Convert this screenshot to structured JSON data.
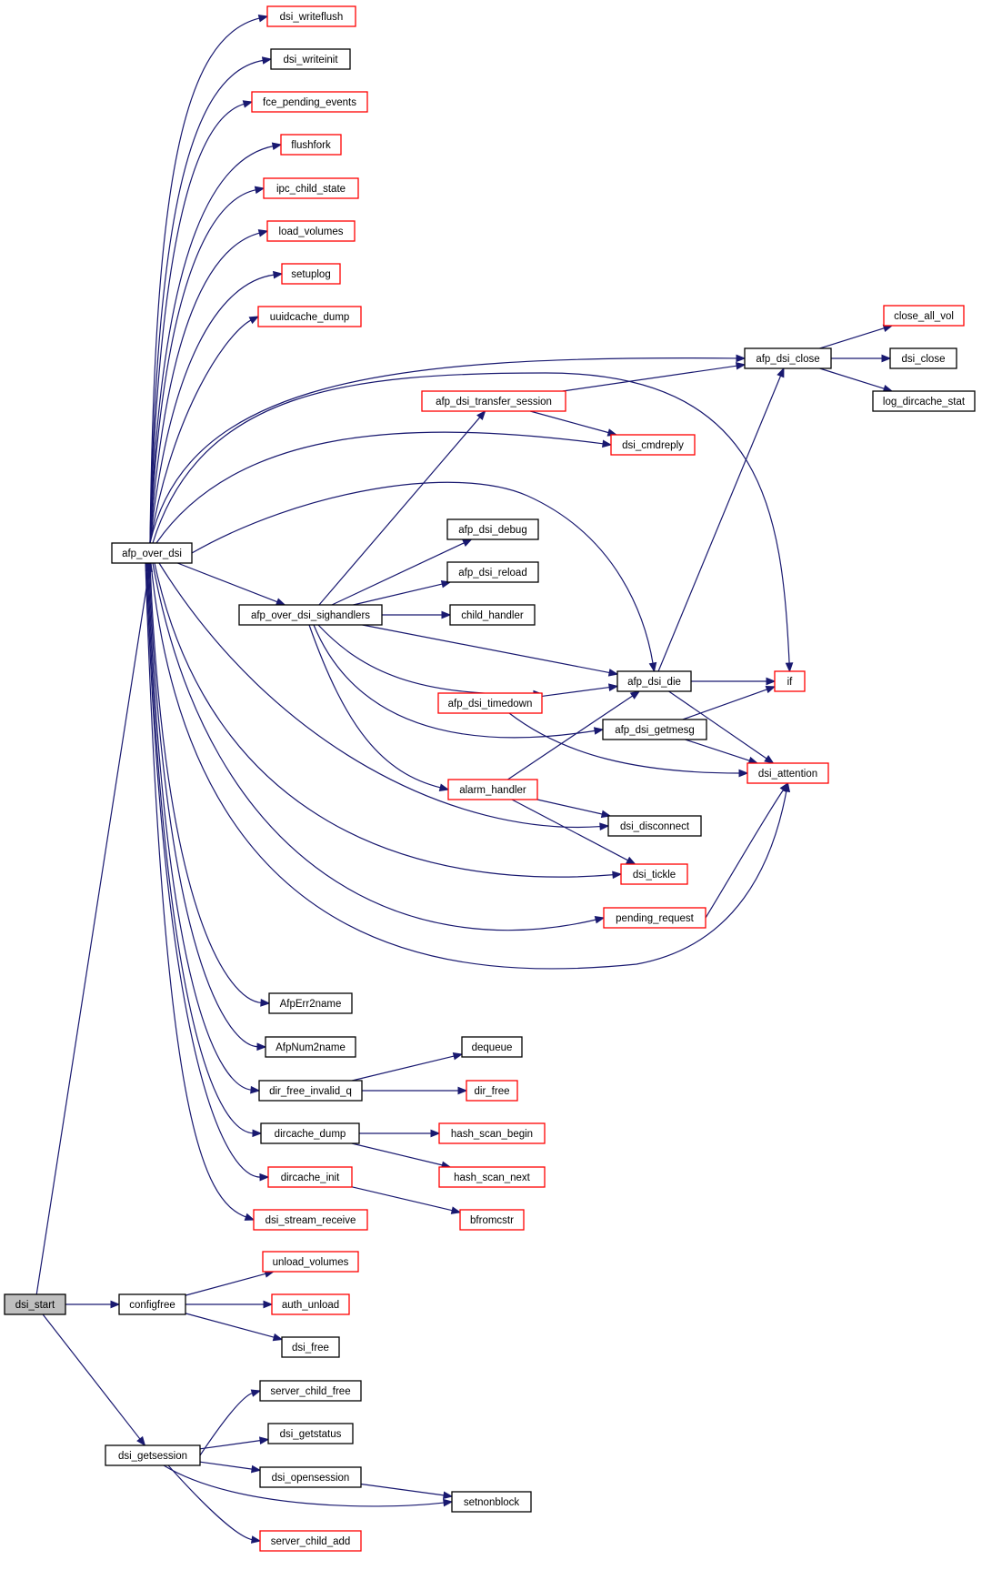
{
  "colors": {
    "edge": "#191970",
    "link_border": "#ff0000",
    "plain_border": "#000000",
    "root_fill": "#bfbfbf"
  },
  "nodes": {
    "dsi_start": {
      "label": "dsi_start",
      "style": "root"
    },
    "afp_over_dsi": {
      "label": "afp_over_dsi",
      "style": "black"
    },
    "configfree": {
      "label": "configfree",
      "style": "black"
    },
    "dsi_getsession": {
      "label": "dsi_getsession",
      "style": "black"
    },
    "dsi_writeflush": {
      "label": "dsi_writeflush",
      "style": "red"
    },
    "dsi_writeinit": {
      "label": "dsi_writeinit",
      "style": "black"
    },
    "fce_pending_events": {
      "label": "fce_pending_events",
      "style": "red"
    },
    "flushfork": {
      "label": "flushfork",
      "style": "red"
    },
    "ipc_child_state": {
      "label": "ipc_child_state",
      "style": "red"
    },
    "load_volumes": {
      "label": "load_volumes",
      "style": "red"
    },
    "setuplog": {
      "label": "setuplog",
      "style": "red"
    },
    "uuidcache_dump": {
      "label": "uuidcache_dump",
      "style": "red"
    },
    "afp_dsi_close": {
      "label": "afp_dsi_close",
      "style": "black"
    },
    "close_all_vol": {
      "label": "close_all_vol",
      "style": "red"
    },
    "dsi_close": {
      "label": "dsi_close",
      "style": "black"
    },
    "log_dircache_stat": {
      "label": "log_dircache_stat",
      "style": "black"
    },
    "afp_dsi_transfer_session": {
      "label": "afp_dsi_transfer_session",
      "style": "red"
    },
    "dsi_cmdreply": {
      "label": "dsi_cmdreply",
      "style": "red"
    },
    "afp_dsi_debug": {
      "label": "afp_dsi_debug",
      "style": "black"
    },
    "afp_dsi_reload": {
      "label": "afp_dsi_reload",
      "style": "black"
    },
    "afp_over_dsi_sighandlers": {
      "label": "afp_over_dsi_sighandlers",
      "style": "black"
    },
    "child_handler": {
      "label": "child_handler",
      "style": "black"
    },
    "afp_dsi_die": {
      "label": "afp_dsi_die",
      "style": "black"
    },
    "if": {
      "label": "if",
      "style": "red"
    },
    "afp_dsi_timedown": {
      "label": "afp_dsi_timedown",
      "style": "red"
    },
    "afp_dsi_getmesg": {
      "label": "afp_dsi_getmesg",
      "style": "black"
    },
    "dsi_attention": {
      "label": "dsi_attention",
      "style": "red"
    },
    "alarm_handler": {
      "label": "alarm_handler",
      "style": "red"
    },
    "dsi_disconnect": {
      "label": "dsi_disconnect",
      "style": "black"
    },
    "dsi_tickle": {
      "label": "dsi_tickle",
      "style": "red"
    },
    "pending_request": {
      "label": "pending_request",
      "style": "red"
    },
    "AfpErr2name": {
      "label": "AfpErr2name",
      "style": "black"
    },
    "AfpNum2name": {
      "label": "AfpNum2name",
      "style": "black"
    },
    "dequeue": {
      "label": "dequeue",
      "style": "black"
    },
    "dir_free_invalid_q": {
      "label": "dir_free_invalid_q",
      "style": "black"
    },
    "dir_free": {
      "label": "dir_free",
      "style": "red"
    },
    "dircache_dump": {
      "label": "dircache_dump",
      "style": "black"
    },
    "hash_scan_begin": {
      "label": "hash_scan_begin",
      "style": "red"
    },
    "hash_scan_next": {
      "label": "hash_scan_next",
      "style": "red"
    },
    "dircache_init": {
      "label": "dircache_init",
      "style": "red"
    },
    "bfromcstr": {
      "label": "bfromcstr",
      "style": "red"
    },
    "dsi_stream_receive": {
      "label": "dsi_stream_receive",
      "style": "red"
    },
    "unload_volumes": {
      "label": "unload_volumes",
      "style": "red"
    },
    "auth_unload": {
      "label": "auth_unload",
      "style": "red"
    },
    "dsi_free": {
      "label": "dsi_free",
      "style": "black"
    },
    "server_child_free": {
      "label": "server_child_free",
      "style": "black"
    },
    "dsi_getstatus": {
      "label": "dsi_getstatus",
      "style": "black"
    },
    "dsi_opensession": {
      "label": "dsi_opensession",
      "style": "black"
    },
    "setnonblock": {
      "label": "setnonblock",
      "style": "black"
    },
    "server_child_add": {
      "label": "server_child_add",
      "style": "red"
    }
  },
  "edges": [
    [
      "dsi_start",
      "afp_over_dsi"
    ],
    [
      "dsi_start",
      "configfree"
    ],
    [
      "dsi_start",
      "dsi_getsession"
    ],
    [
      "afp_over_dsi",
      "dsi_writeflush"
    ],
    [
      "afp_over_dsi",
      "dsi_writeinit"
    ],
    [
      "afp_over_dsi",
      "fce_pending_events"
    ],
    [
      "afp_over_dsi",
      "flushfork"
    ],
    [
      "afp_over_dsi",
      "ipc_child_state"
    ],
    [
      "afp_over_dsi",
      "load_volumes"
    ],
    [
      "afp_over_dsi",
      "setuplog"
    ],
    [
      "afp_over_dsi",
      "uuidcache_dump"
    ],
    [
      "afp_over_dsi",
      "afp_dsi_close"
    ],
    [
      "afp_over_dsi",
      "if"
    ],
    [
      "afp_over_dsi",
      "dsi_cmdreply"
    ],
    [
      "afp_over_dsi",
      "afp_dsi_die"
    ],
    [
      "afp_over_dsi",
      "afp_over_dsi_sighandlers"
    ],
    [
      "afp_over_dsi",
      "dsi_disconnect"
    ],
    [
      "afp_over_dsi",
      "dsi_tickle"
    ],
    [
      "afp_over_dsi",
      "pending_request"
    ],
    [
      "afp_over_dsi",
      "dsi_attention"
    ],
    [
      "afp_over_dsi",
      "AfpErr2name"
    ],
    [
      "afp_over_dsi",
      "AfpNum2name"
    ],
    [
      "afp_over_dsi",
      "dir_free_invalid_q"
    ],
    [
      "afp_over_dsi",
      "dircache_dump"
    ],
    [
      "afp_over_dsi",
      "dircache_init"
    ],
    [
      "afp_over_dsi",
      "dsi_stream_receive"
    ],
    [
      "afp_dsi_close",
      "close_all_vol"
    ],
    [
      "afp_dsi_close",
      "dsi_close"
    ],
    [
      "afp_dsi_close",
      "log_dircache_stat"
    ],
    [
      "afp_dsi_transfer_session",
      "afp_dsi_close"
    ],
    [
      "afp_dsi_transfer_session",
      "dsi_cmdreply"
    ],
    [
      "afp_over_dsi_sighandlers",
      "afp_dsi_transfer_session"
    ],
    [
      "afp_over_dsi_sighandlers",
      "afp_dsi_debug"
    ],
    [
      "afp_over_dsi_sighandlers",
      "afp_dsi_reload"
    ],
    [
      "afp_over_dsi_sighandlers",
      "child_handler"
    ],
    [
      "afp_over_dsi_sighandlers",
      "afp_dsi_die"
    ],
    [
      "afp_over_dsi_sighandlers",
      "afp_dsi_timedown"
    ],
    [
      "afp_over_dsi_sighandlers",
      "afp_dsi_getmesg"
    ],
    [
      "afp_over_dsi_sighandlers",
      "alarm_handler"
    ],
    [
      "afp_dsi_die",
      "afp_dsi_close"
    ],
    [
      "afp_dsi_die",
      "if"
    ],
    [
      "afp_dsi_die",
      "dsi_attention"
    ],
    [
      "afp_dsi_timedown",
      "afp_dsi_die"
    ],
    [
      "afp_dsi_timedown",
      "dsi_attention"
    ],
    [
      "afp_dsi_getmesg",
      "if"
    ],
    [
      "afp_dsi_getmesg",
      "dsi_attention"
    ],
    [
      "alarm_handler",
      "afp_dsi_die"
    ],
    [
      "alarm_handler",
      "dsi_disconnect"
    ],
    [
      "alarm_handler",
      "dsi_tickle"
    ],
    [
      "pending_request",
      "dsi_attention"
    ],
    [
      "dir_free_invalid_q",
      "dequeue"
    ],
    [
      "dir_free_invalid_q",
      "dir_free"
    ],
    [
      "dircache_dump",
      "hash_scan_begin"
    ],
    [
      "dircache_dump",
      "hash_scan_next"
    ],
    [
      "dircache_init",
      "bfromcstr"
    ],
    [
      "configfree",
      "unload_volumes"
    ],
    [
      "configfree",
      "auth_unload"
    ],
    [
      "configfree",
      "dsi_free"
    ],
    [
      "dsi_getsession",
      "server_child_free"
    ],
    [
      "dsi_getsession",
      "dsi_getstatus"
    ],
    [
      "dsi_getsession",
      "dsi_opensession"
    ],
    [
      "dsi_getsession",
      "setnonblock"
    ],
    [
      "dsi_getsession",
      "server_child_add"
    ],
    [
      "dsi_opensession",
      "setnonblock"
    ]
  ]
}
